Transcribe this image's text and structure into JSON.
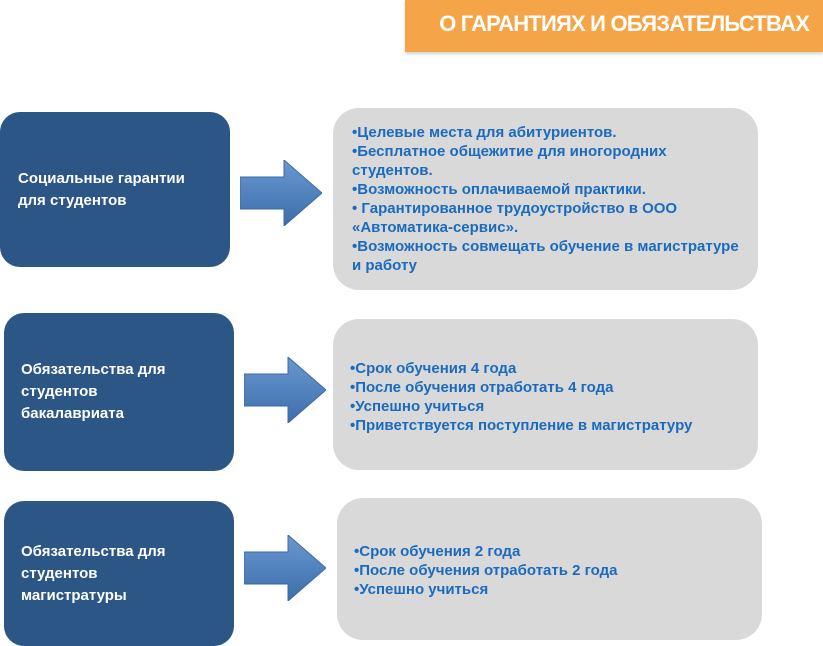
{
  "header": {
    "title": "О ГАРАНТИЯХ И ОБЯЗАТЕЛЬСТВАХ"
  },
  "rows": [
    {
      "label": "Социальные гарантии\nдля студентов",
      "items": [
        "•Целевые места для абитуриентов.",
        "•Бесплатное общежитие для иногородних студентов.",
        "•Возможность оплачиваемой практики.",
        "• Гарантированное трудоустройство в ООО «Автоматика-сервис».",
        "•Возможность совмещать обучение в магистратуре и работу"
      ]
    },
    {
      "label": "Обязательства для\nстудентов\nбакалавриата",
      "items": [
        "•Срок обучения 4 года",
        "•После обучения отработать 4 года",
        "•Успешно учиться",
        "•Приветствуется поступление в магистратуру"
      ]
    },
    {
      "label": "Обязательства для\nстудентов\nмагистратуры",
      "items": [
        "•Срок обучения 2 года",
        "•После обучения отработать 2 года",
        "•Успешно учиться"
      ]
    }
  ],
  "colors": {
    "header_bg": "#f5a447",
    "left_box_bg": "#2c5686",
    "right_box_bg": "#d9d9d9",
    "item_text": "#1a6bbf",
    "arrow_fill": "#4a7ebb"
  }
}
